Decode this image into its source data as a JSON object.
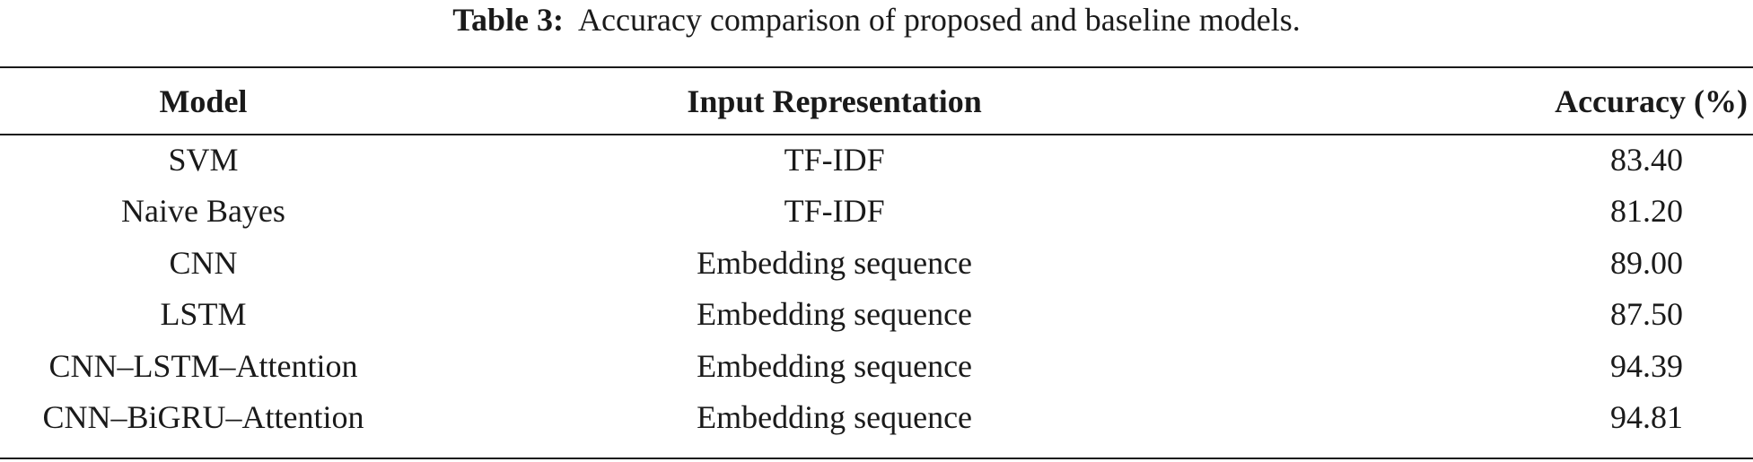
{
  "caption": {
    "label": "Table 3:",
    "text": "Accuracy comparison of proposed and baseline models."
  },
  "table": {
    "headers": {
      "model": "Model",
      "input": "Input Representation",
      "accuracy": "Accuracy (%)"
    },
    "rows": [
      {
        "model": "SVM",
        "input": "TF-IDF",
        "accuracy": "83.40"
      },
      {
        "model": "Naive Bayes",
        "input": "TF-IDF",
        "accuracy": "81.20"
      },
      {
        "model": "CNN",
        "input": "Embedding sequence",
        "accuracy": "89.00"
      },
      {
        "model": "LSTM",
        "input": "Embedding sequence",
        "accuracy": "87.50"
      },
      {
        "model": "CNN–LSTM–Attention",
        "input": "Embedding sequence",
        "accuracy": "94.39"
      },
      {
        "model": "CNN–BiGRU–Attention",
        "input": "Embedding sequence",
        "accuracy": "94.81"
      }
    ]
  }
}
